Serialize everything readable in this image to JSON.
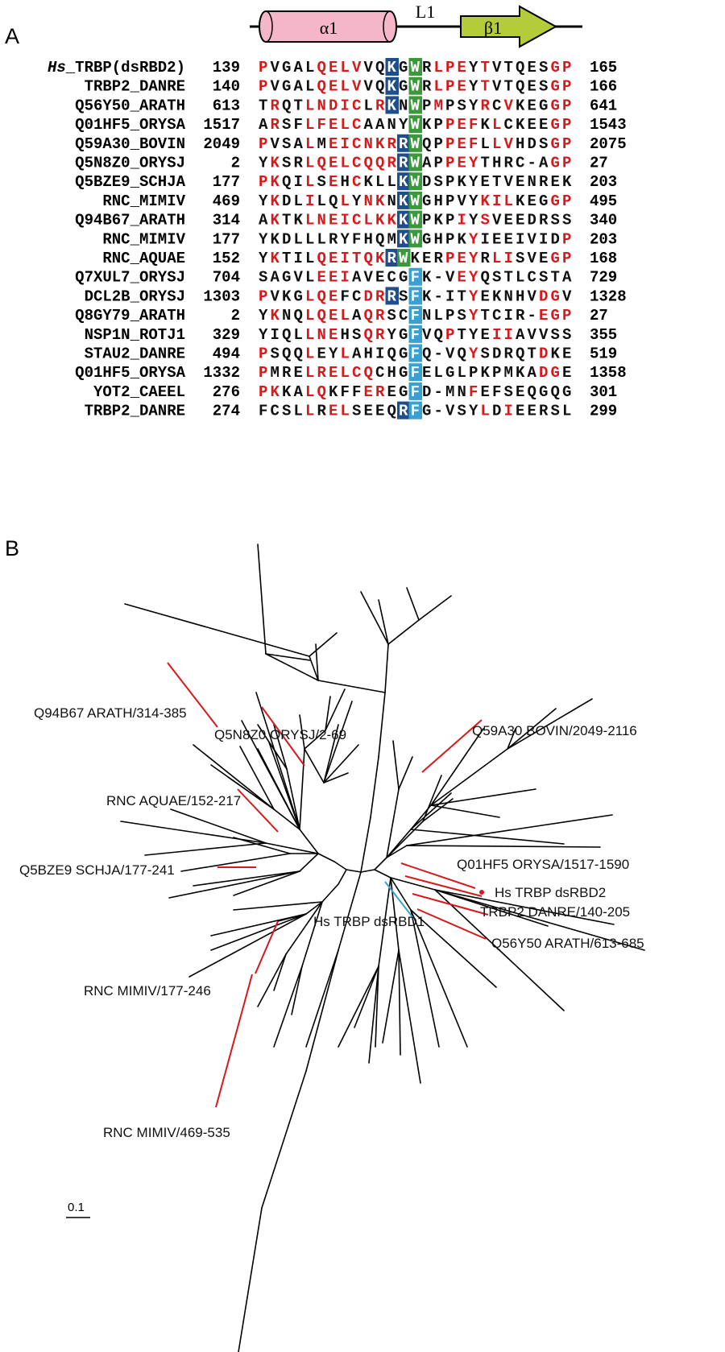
{
  "panel_a": {
    "letter": "A",
    "secondary_structure": {
      "helix_label": "α1",
      "loop_label": "L1",
      "strand_label": "β1"
    },
    "rows": [
      {
        "name_italic": "Hs",
        "name": "_TRBP(dsRBD2)",
        "start": "139",
        "seq": "PVGALQELVVQKGWRLPEYTVTQESGP",
        "end": "165",
        "red": [
          0,
          5,
          6,
          7,
          8,
          15,
          16,
          17,
          19,
          25,
          26
        ],
        "boxes": {
          "11": "dark",
          "13": "green"
        }
      },
      {
        "name_italic": "",
        "name": "TRBP2_DANRE",
        "start": "140",
        "seq": "PVGALQELVVQKGWRLPEYTVTQESGP",
        "end": "166",
        "red": [
          0,
          5,
          6,
          7,
          8,
          15,
          16,
          17,
          19,
          25,
          26
        ],
        "boxes": {
          "11": "dark",
          "13": "green"
        }
      },
      {
        "name_italic": "",
        "name": "Q56Y50_ARATH",
        "start": "613",
        "seq": "TRQTLNDICLRKNWPMPSYRCVKEGGP",
        "end": "641",
        "red": [
          1,
          4,
          5,
          6,
          7,
          8,
          10,
          15,
          19,
          21,
          25,
          26
        ],
        "boxes": {
          "11": "dark",
          "13": "green"
        }
      },
      {
        "name_italic": "",
        "name": "Q01HF5_ORYSA",
        "start": "1517",
        "seq": "ARSFLFELCAANYWKPPEFKLCKEEGP",
        "end": "1543",
        "red": [
          1,
          4,
          5,
          6,
          7,
          8,
          16,
          17,
          18,
          20,
          25,
          26
        ],
        "boxes": {
          "13": "green"
        }
      },
      {
        "name_italic": "",
        "name": "Q59A30_BOVIN",
        "start": "2049",
        "seq": "PVSALMEICNKRRWQPPEFLLVHDSGP",
        "end": "2075",
        "red": [
          0,
          4,
          6,
          7,
          8,
          9,
          10,
          11,
          16,
          17,
          18,
          20,
          21,
          25,
          26
        ],
        "boxes": {
          "12": "dark",
          "13": "green"
        }
      },
      {
        "name_italic": "",
        "name": "Q5N8Z0_ORYSJ",
        "start": "2",
        "seq": "YKSRLQELCQQRRWAPPEYTHRC-AGP",
        "end": "27",
        "red": [
          1,
          4,
          5,
          6,
          7,
          8,
          9,
          10,
          11,
          16,
          17,
          18,
          25,
          26
        ],
        "boxes": {
          "12": "dark",
          "13": "green"
        }
      },
      {
        "name_italic": "",
        "name": "Q5BZE9_SCHJA",
        "start": "177",
        "seq": "PKQILSEHCKLLKWDSPKYETVENREK",
        "end": "203",
        "red": [
          0,
          1,
          4,
          6,
          8
        ],
        "boxes": {
          "12": "dark",
          "13": "green"
        }
      },
      {
        "name_italic": "",
        "name": "RNC_MIMIV",
        "start": "469",
        "seq": "YKDLILQLYNKNKWGHPVYKILKEGGP",
        "end": "495",
        "red": [
          1,
          4,
          7,
          9,
          10,
          19,
          20,
          21,
          25,
          26
        ],
        "boxes": {
          "12": "dark",
          "13": "green"
        }
      },
      {
        "name_italic": "",
        "name": "Q94B67_ARATH",
        "start": "314",
        "seq": "AKTKLNEICLKKKWPKPIYSVEEDRSS",
        "end": "340",
        "red": [
          1,
          4,
          5,
          6,
          7,
          8,
          9,
          10,
          11,
          17,
          19
        ],
        "boxes": {
          "12": "dark",
          "13": "green"
        }
      },
      {
        "name_italic": "",
        "name": "RNC_MIMIV",
        "start": "177",
        "seq": "YKDLLLRYFHQMKWGHPKYIEEIVIDP",
        "end": "203",
        "red": [
          18,
          26
        ],
        "boxes": {
          "12": "dark",
          "13": "green"
        }
      },
      {
        "name_italic": "",
        "name": "RNC_AQUAE",
        "start": "152",
        "seq": "YKTILQEITQKRWKERPEYRLISVEGP",
        "end": "168",
        "red": [
          1,
          5,
          6,
          7,
          8,
          9,
          10,
          16,
          17,
          18,
          20,
          21,
          25,
          26
        ],
        "boxes": {
          "11": "dark",
          "12": "green"
        }
      },
      {
        "name_italic": "",
        "name": "Q7XUL7_ORYSJ",
        "start": "704",
        "seq": "SAGVLEEIAVECGFK-VEYQSTLCSTA",
        "end": "729",
        "red": [
          5,
          6,
          7,
          17,
          18
        ],
        "boxes": {
          "13": "light"
        }
      },
      {
        "name_italic": "",
        "name": "DCL2B_ORYSJ",
        "start": "1303",
        "seq": "PVKGLQEFCDRRSFK-ITYEKNHVDGV",
        "end": "1328",
        "red": [
          0,
          4,
          5,
          6,
          9,
          10,
          18,
          24,
          25
        ],
        "boxes": {
          "11": "dark",
          "13": "light"
        }
      },
      {
        "name_italic": "",
        "name": "Q8GY79_ARATH",
        "start": "2",
        "seq": "YKNQLQELAQRSCFNLPSYTCIR-EGP",
        "end": "27",
        "red": [
          1,
          4,
          5,
          6,
          7,
          9,
          10,
          18,
          24,
          25,
          26
        ],
        "boxes": {
          "13": "light"
        }
      },
      {
        "name_italic": "",
        "name": "NSP1N_ROTJ1",
        "start": "329",
        "seq": "YIQLLNEHSQRYGFVQPTYEIIAVVSS",
        "end": "355",
        "red": [
          4,
          5,
          6,
          9,
          10,
          16,
          20,
          21
        ],
        "boxes": {
          "13": "light"
        }
      },
      {
        "name_italic": "",
        "name": "STAU2_DANRE",
        "start": "494",
        "seq": "PSQQLEYLAHIQGFQ-VQYSDRQTDKE",
        "end": "519",
        "red": [
          0,
          4,
          7,
          18,
          24
        ],
        "boxes": {
          "13": "light"
        }
      },
      {
        "name_italic": "",
        "name": "Q01HF5_ORYSA",
        "start": "1332",
        "seq": "PMRELRELCQCHGFELGLPKPMKADGE",
        "end": "1358",
        "red": [
          0,
          4,
          5,
          6,
          7,
          8,
          9,
          24,
          25
        ],
        "boxes": {
          "13": "light"
        }
      },
      {
        "name_italic": "",
        "name": "YOT2_CAEEL",
        "start": "276",
        "seq": "PKKALQKFFEREGFD-MNFEFSEQGQG",
        "end": "301",
        "red": [
          0,
          1,
          4,
          5,
          9,
          10,
          18
        ],
        "boxes": {
          "13": "light"
        }
      },
      {
        "name_italic": "",
        "name": "TRBP2_DANRE",
        "start": "274",
        "seq": "FCSLLRELSEEQRFG-VSYLDIEERSL",
        "end": "299",
        "red": [
          4,
          6,
          7,
          19,
          21
        ],
        "boxes": {
          "12": "dark",
          "13": "light"
        }
      }
    ]
  },
  "panel_b": {
    "letter": "B",
    "scale_label": "0.1",
    "labels": {
      "q94b67": "Q94B67 ARATH/314-385",
      "q5n8z0": "Q5N8Z0 ORYSJ/2-69",
      "q59a30": "Q59A30 BOVIN/2049-2116",
      "rnc_aquae": "RNC AQUAE/152-217",
      "q5bze9": "Q5BZE9 SCHJA/177-241",
      "q01hf5": "Q01HF5 ORYSA/1517-1590",
      "hs_dsrbd2": "Hs TRBP dsRBD2",
      "trbp2": "TRBP2 DANRE/140-205",
      "hs_dsrbd1": "Hs TRBP dsRBD1",
      "q56y50": "Q56Y50 ARATH/613-685",
      "rnc_mimiv_177": "RNC MIMIV/177-246",
      "rnc_mimiv_469": "RNC MIMIV/469-535"
    }
  },
  "colors": {
    "red_residue": "#d7191c",
    "dark_box": "#1f4e8c",
    "green_box": "#3a9a3a",
    "light_box": "#3aa0d0",
    "helix_fill": "#f4b6c8",
    "strand_fill": "#b5cc3a",
    "highlight_branch": "#d7191c",
    "dsrbd1_branch": "#3aa0d0"
  }
}
